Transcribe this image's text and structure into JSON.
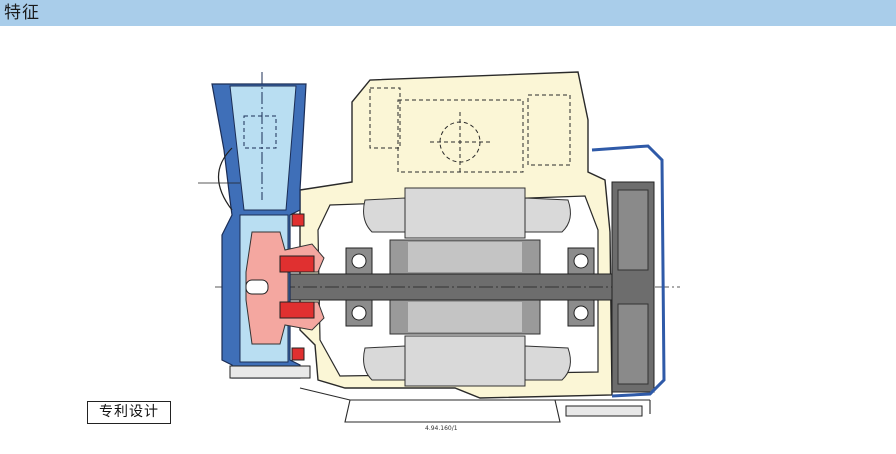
{
  "header": {
    "title": "特征"
  },
  "patent": {
    "label": "专利设计"
  },
  "drawing": {
    "reference_code": "4.94.160/1"
  },
  "colors": {
    "header_bar": "#a9cdea",
    "pump_casing": "#3f6fb8",
    "fluid_channel": "#b9def2",
    "impeller": "#f4a7a0",
    "seal": "#e03030",
    "motor_housing": "#fbf6d6",
    "winding": "#d9d9d9",
    "shaft": "#6d6d6d",
    "fan_cover": "#2f5aa8"
  }
}
